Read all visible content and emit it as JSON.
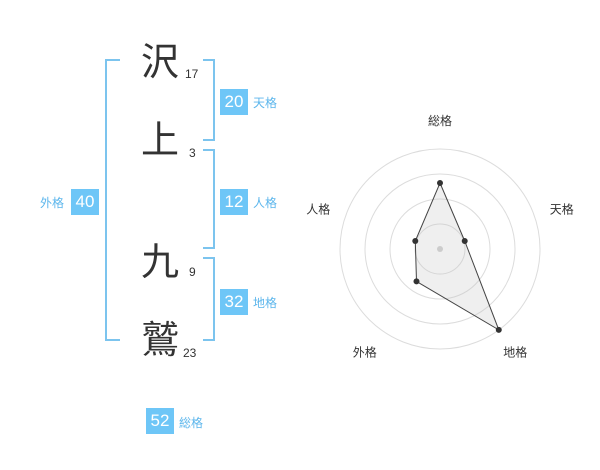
{
  "characters": [
    {
      "char": "沢",
      "strokes": "17"
    },
    {
      "char": "上",
      "strokes": "3"
    },
    {
      "char": "九",
      "strokes": "9"
    },
    {
      "char": "鷲",
      "strokes": "23"
    }
  ],
  "kaku": {
    "tenkaku": {
      "value": "20",
      "label": "天格"
    },
    "jinkaku": {
      "value": "12",
      "label": "人格"
    },
    "chikaku": {
      "value": "32",
      "label": "地格"
    },
    "gaikaku": {
      "value": "40",
      "label": "外格"
    },
    "soukaku": {
      "value": "52",
      "label": "総格"
    }
  },
  "colors": {
    "accent": "#6ec6f7",
    "bracket": "#7cc4ee",
    "label": "#5cb6ec",
    "text": "#333333"
  },
  "chart_data": {
    "type": "radar",
    "axes": [
      "総格",
      "天格",
      "地格",
      "外格",
      "人格"
    ],
    "values": [
      3.3,
      1.3,
      5,
      2,
      1.3
    ],
    "rmax": 5,
    "rings": 4
  }
}
